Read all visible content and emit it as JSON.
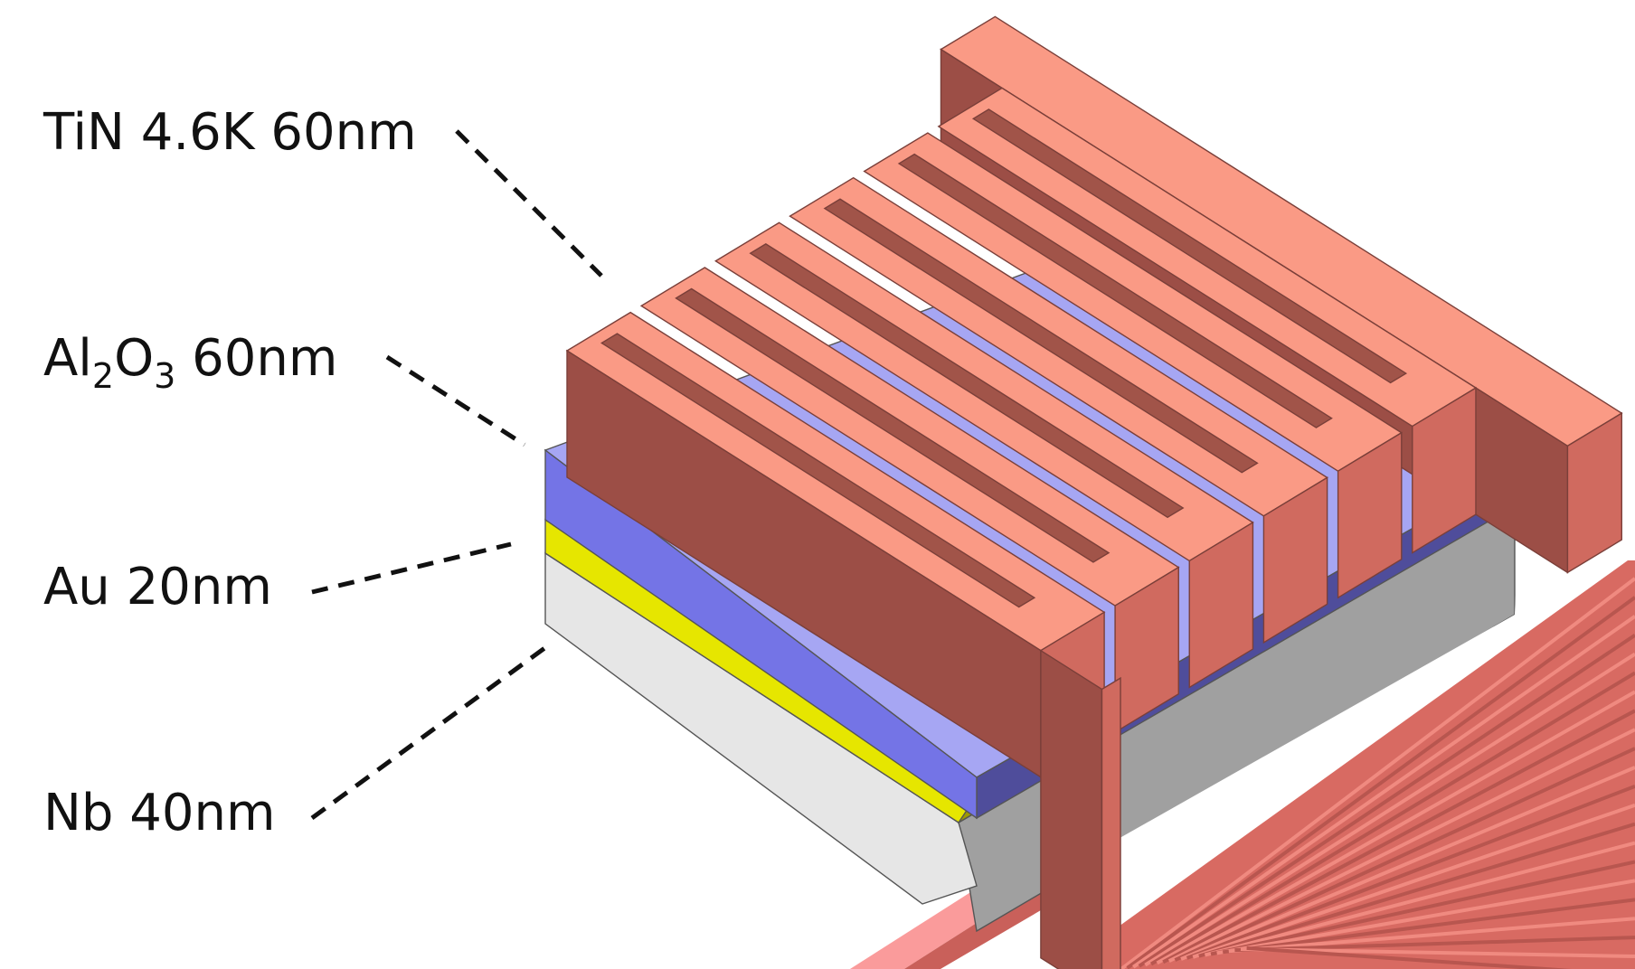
{
  "labels": {
    "tin": "TiN 4.6K 60nm",
    "al2o3": {
      "al": "Al",
      "sub2": "2",
      "o": "O",
      "sub3": "3",
      "rest": " 60nm"
    },
    "au": "Au 20nm",
    "nb": "Nb 40nm"
  },
  "colors": {
    "tin_top": "#fa9a85",
    "tin_front": "#9c4e46",
    "tin_side": "#d06a5f",
    "tin_groove": "#a15449",
    "al2o3_top": "#a6a6f3",
    "al2o3_front": "#7474e6",
    "al2o3_back": "#4f4d9b",
    "au_front": "#e6e600",
    "au_back": "#9e9a00",
    "nb_front": "#e6e6e6",
    "nb_back": "#a0a0a0",
    "feedline": "#e07169",
    "feedline_light": "#fa9b9b"
  }
}
